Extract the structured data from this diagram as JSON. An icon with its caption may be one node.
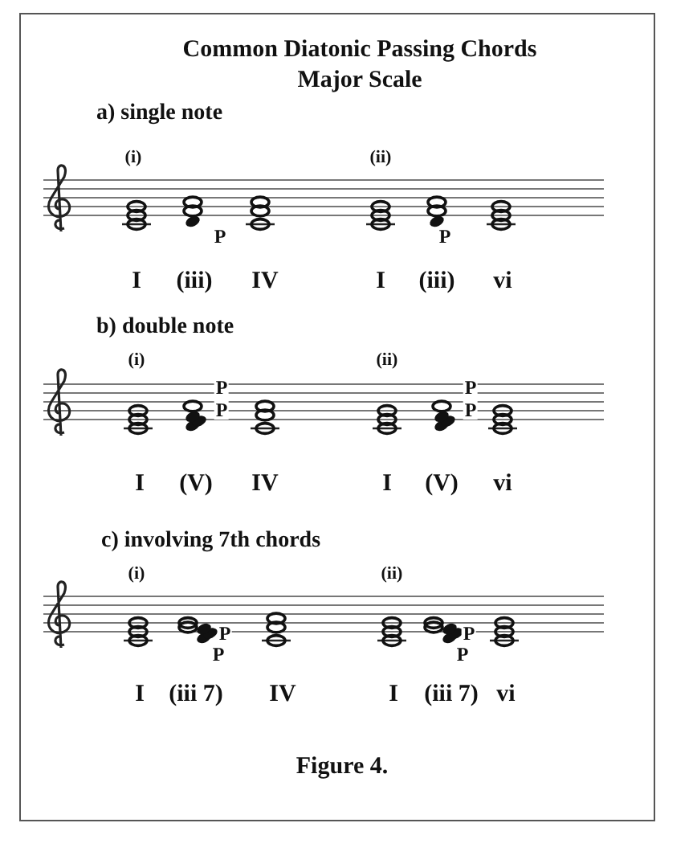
{
  "diagram": {
    "title": "Common Diatonic Passing Chords Major Scale",
    "caption": "Figure 4.",
    "labels": [
      "a) single note",
      "(i)",
      "(ii)",
      "P",
      "P",
      "I",
      "(iii)",
      "IV",
      "I",
      "(iii)",
      "vi",
      "b) double note",
      "(i)",
      "(ii)",
      "P",
      "P",
      "P",
      "P",
      "I",
      "(V)",
      "IV",
      "I",
      "(V)",
      "vi",
      "c) involving 7th chords",
      "(i)",
      "(ii)",
      "P",
      "P",
      "P",
      "P",
      "I",
      "(iii 7)",
      "IV",
      "I",
      "(iii 7)",
      "vi"
    ]
  }
}
